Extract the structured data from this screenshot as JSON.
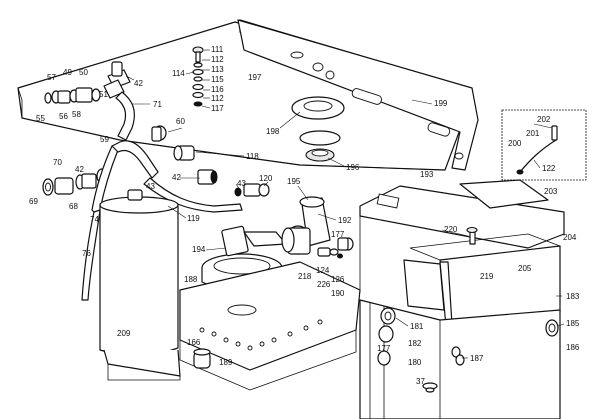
{
  "labels": [
    {
      "key": "l111",
      "text": "111"
    },
    {
      "key": "l112a",
      "text": "112"
    },
    {
      "key": "l113",
      "text": "113"
    },
    {
      "key": "l114",
      "text": "114"
    },
    {
      "key": "l115",
      "text": "115"
    },
    {
      "key": "l116",
      "text": "116"
    },
    {
      "key": "l112b",
      "text": "112"
    },
    {
      "key": "l117",
      "text": "117"
    },
    {
      "key": "l197",
      "text": "197"
    },
    {
      "key": "l57",
      "text": "57"
    },
    {
      "key": "l49",
      "text": "49"
    },
    {
      "key": "l50",
      "text": "50"
    },
    {
      "key": "l42a",
      "text": "42"
    },
    {
      "key": "l51",
      "text": "51"
    },
    {
      "key": "l58",
      "text": "58"
    },
    {
      "key": "l71",
      "text": "71"
    },
    {
      "key": "l55",
      "text": "55"
    },
    {
      "key": "l56",
      "text": "56"
    },
    {
      "key": "l59",
      "text": "59"
    },
    {
      "key": "l60",
      "text": "60"
    },
    {
      "key": "l198",
      "text": "198"
    },
    {
      "key": "l199",
      "text": "199"
    },
    {
      "key": "l196",
      "text": "196"
    },
    {
      "key": "l118",
      "text": "118"
    },
    {
      "key": "l70",
      "text": "70"
    },
    {
      "key": "l42b",
      "text": "42"
    },
    {
      "key": "l42c",
      "text": "42"
    },
    {
      "key": "l43a",
      "text": "43"
    },
    {
      "key": "l43b",
      "text": "43"
    },
    {
      "key": "l120",
      "text": "120"
    },
    {
      "key": "l195",
      "text": "195"
    },
    {
      "key": "l193",
      "text": "193"
    },
    {
      "key": "l69",
      "text": "69"
    },
    {
      "key": "l68",
      "text": "68"
    },
    {
      "key": "l74",
      "text": "74"
    },
    {
      "key": "l119",
      "text": "119"
    },
    {
      "key": "l192",
      "text": "192"
    },
    {
      "key": "l76",
      "text": "76"
    },
    {
      "key": "l194",
      "text": "194"
    },
    {
      "key": "l177a",
      "text": "177"
    },
    {
      "key": "l220",
      "text": "220"
    },
    {
      "key": "l218",
      "text": "218"
    },
    {
      "key": "l124",
      "text": "124"
    },
    {
      "key": "l126",
      "text": "126"
    },
    {
      "key": "l226",
      "text": "226"
    },
    {
      "key": "l188",
      "text": "188"
    },
    {
      "key": "l190",
      "text": "190"
    },
    {
      "key": "l219",
      "text": "219"
    },
    {
      "key": "l205",
      "text": "205"
    },
    {
      "key": "l204",
      "text": "204"
    },
    {
      "key": "l203",
      "text": "203"
    },
    {
      "key": "l202",
      "text": "202"
    },
    {
      "key": "l201",
      "text": "201"
    },
    {
      "key": "l200",
      "text": "200"
    },
    {
      "key": "l122",
      "text": "122"
    },
    {
      "key": "l183",
      "text": "183"
    },
    {
      "key": "l209",
      "text": "209"
    },
    {
      "key": "l166",
      "text": "166"
    },
    {
      "key": "l189",
      "text": "189"
    },
    {
      "key": "l181",
      "text": "181"
    },
    {
      "key": "l182",
      "text": "182"
    },
    {
      "key": "l177b",
      "text": "177"
    },
    {
      "key": "l180",
      "text": "180"
    },
    {
      "key": "l187",
      "text": "187"
    },
    {
      "key": "l37",
      "text": "37"
    },
    {
      "key": "l185",
      "text": "185"
    },
    {
      "key": "l186",
      "text": "186"
    }
  ]
}
